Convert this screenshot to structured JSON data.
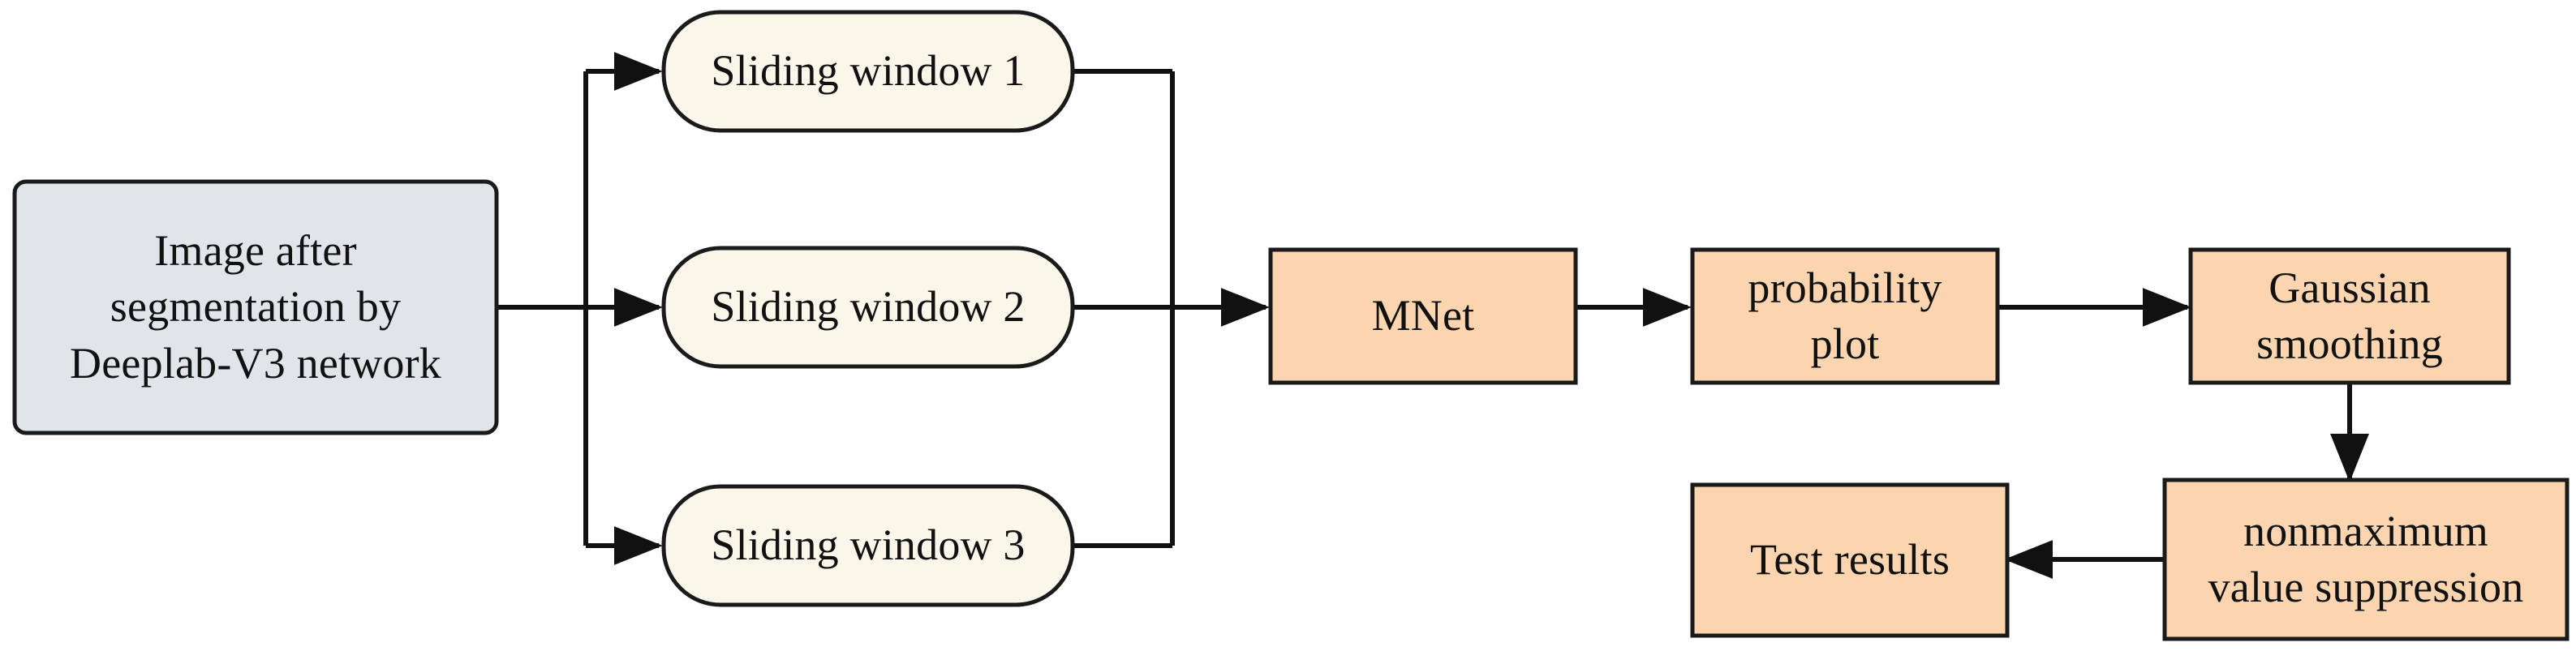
{
  "diagram": {
    "title": "Sliding-window detection pipeline flowchart",
    "background_color": "#FFFFFF",
    "edge_color": "#111111",
    "palette": {
      "input_fill": "#E1E5E9",
      "window_fill": "#FAF7EA",
      "process_fill": "#FBD5B0",
      "stroke": "#1A1A1A"
    },
    "nodes": {
      "input": {
        "label": "Image after\nsegmentation by\nDeeplab-V3 network",
        "line1": "Image after",
        "line2": "segmentation by",
        "line3": "Deeplab-V3 network",
        "shape": "rounded-rectangle",
        "fill": "#E1E5E9"
      },
      "sliding_window_1": {
        "label": "Sliding window 1",
        "shape": "pill",
        "fill": "#FAF7EA"
      },
      "sliding_window_2": {
        "label": "Sliding window 2",
        "shape": "pill",
        "fill": "#FAF7EA"
      },
      "sliding_window_3": {
        "label": "Sliding window 3",
        "shape": "pill",
        "fill": "#FAF7EA"
      },
      "mnet": {
        "label": "MNet",
        "shape": "rectangle",
        "fill": "#FBD5B0"
      },
      "probability_plot": {
        "label": "probability\nplot",
        "line1": "probability",
        "line2": "plot",
        "shape": "rectangle",
        "fill": "#FBD5B0"
      },
      "gaussian_smoothing": {
        "label": "Gaussian\nsmoothing",
        "line1": "Gaussian",
        "line2": "smoothing",
        "shape": "rectangle",
        "fill": "#FBD5B0"
      },
      "nonmaximum_suppression": {
        "label": "nonmaximum\nvalue suppression",
        "line1": "nonmaximum",
        "line2": "value suppression",
        "shape": "rectangle",
        "fill": "#FBD5B0"
      },
      "test_results": {
        "label": "Test results",
        "shape": "rectangle",
        "fill": "#FBD5B0"
      }
    },
    "edges": [
      {
        "from": "input",
        "to": "sliding_window_1",
        "style": "orthogonal-split",
        "arrow": "end"
      },
      {
        "from": "input",
        "to": "sliding_window_2",
        "style": "straight",
        "arrow": "end"
      },
      {
        "from": "input",
        "to": "sliding_window_3",
        "style": "orthogonal-split",
        "arrow": "end"
      },
      {
        "from": "sliding_window_1",
        "to": "mnet",
        "style": "orthogonal-merge",
        "arrow": "end"
      },
      {
        "from": "sliding_window_2",
        "to": "mnet",
        "style": "straight",
        "arrow": "end"
      },
      {
        "from": "sliding_window_3",
        "to": "mnet",
        "style": "orthogonal-merge",
        "arrow": "end"
      },
      {
        "from": "mnet",
        "to": "probability_plot",
        "style": "straight",
        "arrow": "end"
      },
      {
        "from": "probability_plot",
        "to": "gaussian_smoothing",
        "style": "straight",
        "arrow": "end"
      },
      {
        "from": "gaussian_smoothing",
        "to": "nonmaximum_suppression",
        "style": "vertical",
        "arrow": "end"
      },
      {
        "from": "nonmaximum_suppression",
        "to": "test_results",
        "style": "straight-left",
        "arrow": "end"
      }
    ]
  }
}
